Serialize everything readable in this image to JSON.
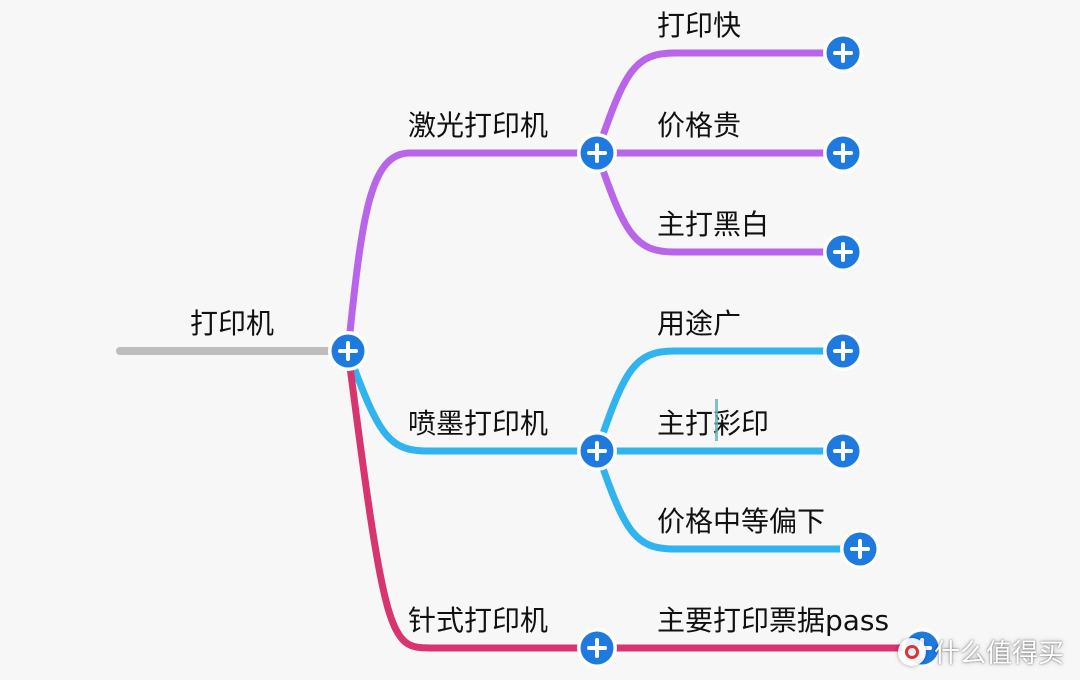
{
  "root": {
    "label": "打印机"
  },
  "branches": [
    {
      "label": "激光打印机",
      "color": "#b865ea",
      "children": [
        {
          "label": "打印快"
        },
        {
          "label": "价格贵"
        },
        {
          "label": "主打黑白"
        }
      ]
    },
    {
      "label": "喷墨打印机",
      "color": "#2fb4ef",
      "children": [
        {
          "label": "用途广"
        },
        {
          "label": "主打彩印"
        },
        {
          "label": "价格中等偏下"
        }
      ]
    },
    {
      "label": "针式打印机",
      "color": "#d8346f",
      "children": [
        {
          "label": "主要打印票据pass"
        }
      ]
    }
  ],
  "style": {
    "root_line_color": "#bdbdbd",
    "expand_button_color": "#1f7ae0"
  },
  "watermark": {
    "text": "什么值得买"
  }
}
